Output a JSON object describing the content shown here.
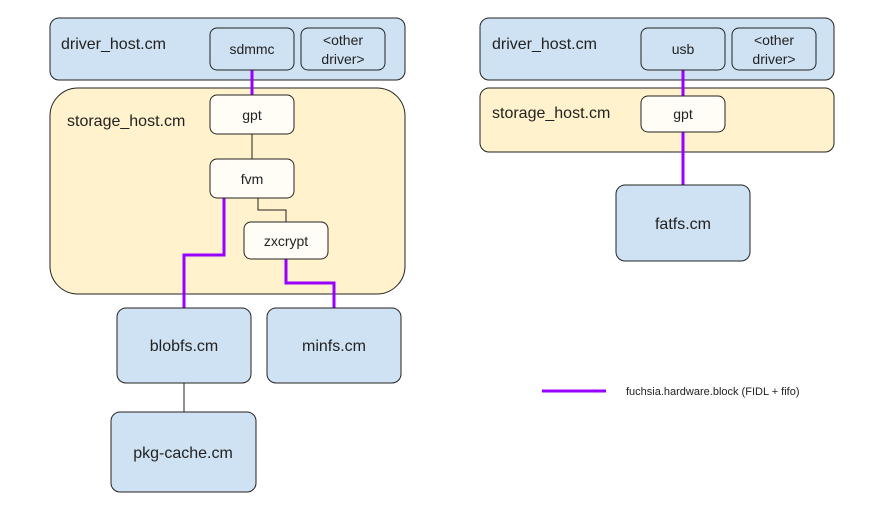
{
  "colors": {
    "host_fill": "#cfe2f3",
    "storage_fill": "#fff2cc",
    "node_fill": "#fffdf5",
    "stroke": "#222222",
    "block_link": "#9900ff"
  },
  "left": {
    "driver_host": "driver_host.cm",
    "sdmmc": "sdmmc",
    "other_driver_line1": "<other",
    "other_driver_line2": "driver>",
    "storage_host": "storage_host.cm",
    "gpt": "gpt",
    "fvm": "fvm",
    "zxcrypt": "zxcrypt",
    "blobfs": "blobfs.cm",
    "minfs": "minfs.cm",
    "pkg_cache": "pkg-cache.cm"
  },
  "right": {
    "driver_host": "driver_host.cm",
    "usb": "usb",
    "other_driver_line1": "<other",
    "other_driver_line2": "driver>",
    "storage_host": "storage_host.cm",
    "gpt": "gpt",
    "fatfs": "fatfs.cm"
  },
  "legend": {
    "label": "fuchsia.hardware.block (FIDL + fifo)"
  }
}
